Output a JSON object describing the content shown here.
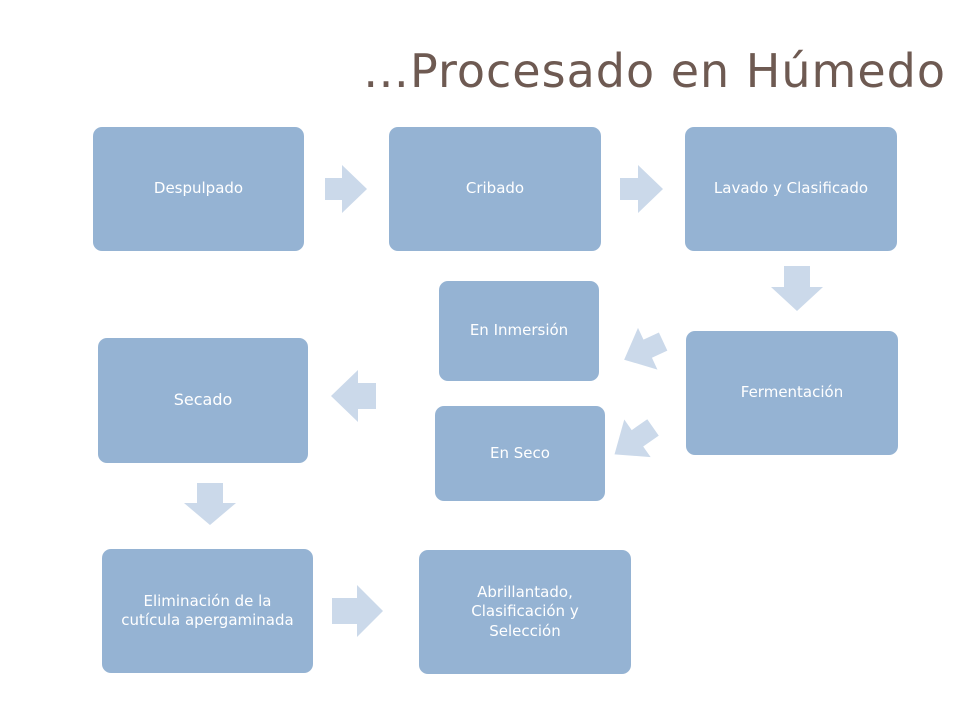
{
  "title": "…Procesado en Húmedo",
  "steps": {
    "despulpado": "Despulpado",
    "cribado": "Cribado",
    "lavado": "Lavado y Clasificado",
    "fermentacion": "Fermentación",
    "inmersion": "En Inmersión",
    "seco": "En Seco",
    "secado": "Secado",
    "eliminacion": "Eliminación de la cutícula apergaminada",
    "abrillantado": "Abrillantado, Clasificación y Selección"
  },
  "colors": {
    "box": "#95b3d3",
    "arrow": "#cbd9ea",
    "title": "#6e5a52"
  }
}
